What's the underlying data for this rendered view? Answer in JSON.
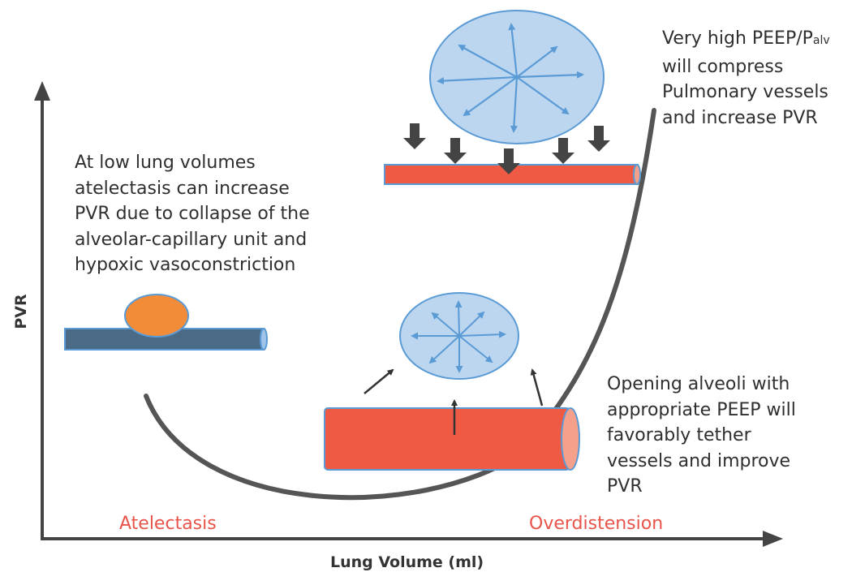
{
  "axes": {
    "x_label": "Lung Volume (ml)",
    "y_label": "PVR"
  },
  "regions": {
    "left": "Atelectasis",
    "right": "Overdistension"
  },
  "annotations": {
    "low_volume": [
      "At low lung volumes",
      "atelectasis can increase",
      "PVR due to collapse of the",
      "alveolar-capillary unit and",
      "hypoxic vasoconstriction"
    ],
    "high_peep_lines": [
      "will compress",
      "Pulmonary vessels",
      "and increase PVR"
    ],
    "high_peep_first": "Very high PEEP/P",
    "high_peep_subscript": "alv",
    "optimal_peep": [
      "Opening alveoli with",
      "appropriate PEEP will",
      "favorably tether",
      "vessels and improve",
      "PVR"
    ]
  },
  "colors": {
    "curve": "#555555",
    "axis": "#444444",
    "vessel_red": "#ef5a45",
    "vessel_end": "#f5a08a",
    "vessel_blue": "#4a6a85",
    "alveolus_fill": "#bcd6f0",
    "alveolus_stroke": "#5b9bd5",
    "collapsed_alveolus": "#f28c38",
    "pressure_arrow": "#444444",
    "region_label": "#e8544a",
    "text": "#2f2f2f"
  },
  "icons": {
    "axis_arrows": "arrowhead",
    "pressure": "down-arrow-icon",
    "expansion": "outward-arrow-icon"
  }
}
